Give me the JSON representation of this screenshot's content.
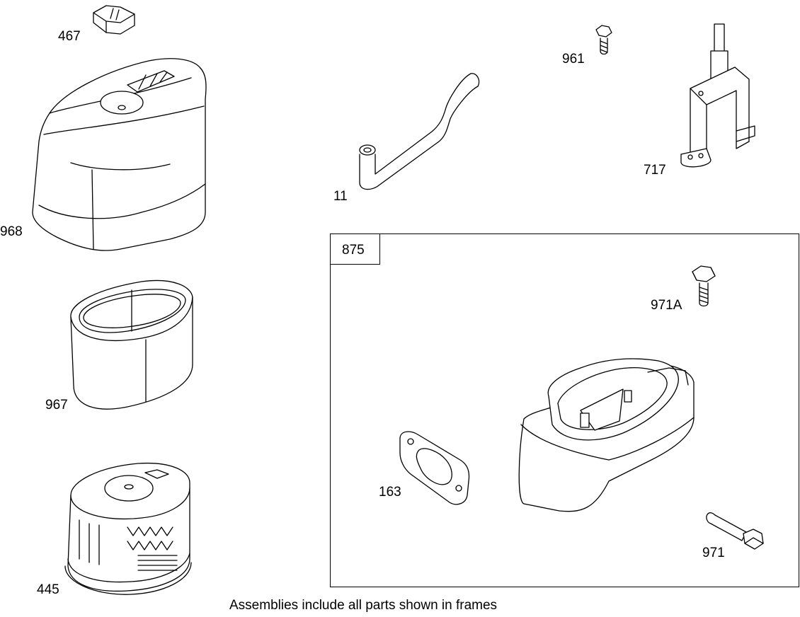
{
  "parts": [
    {
      "id": "467",
      "label": "467"
    },
    {
      "id": "968",
      "label": "968"
    },
    {
      "id": "967",
      "label": "967"
    },
    {
      "id": "445",
      "label": "445"
    },
    {
      "id": "11",
      "label": "11"
    },
    {
      "id": "961",
      "label": "961"
    },
    {
      "id": "717",
      "label": "717"
    },
    {
      "id": "971A",
      "label": "971A"
    },
    {
      "id": "163",
      "label": "163"
    },
    {
      "id": "971",
      "label": "971"
    }
  ],
  "frame": {
    "label": "875"
  },
  "caption": "Assemblies include all parts shown in frames"
}
